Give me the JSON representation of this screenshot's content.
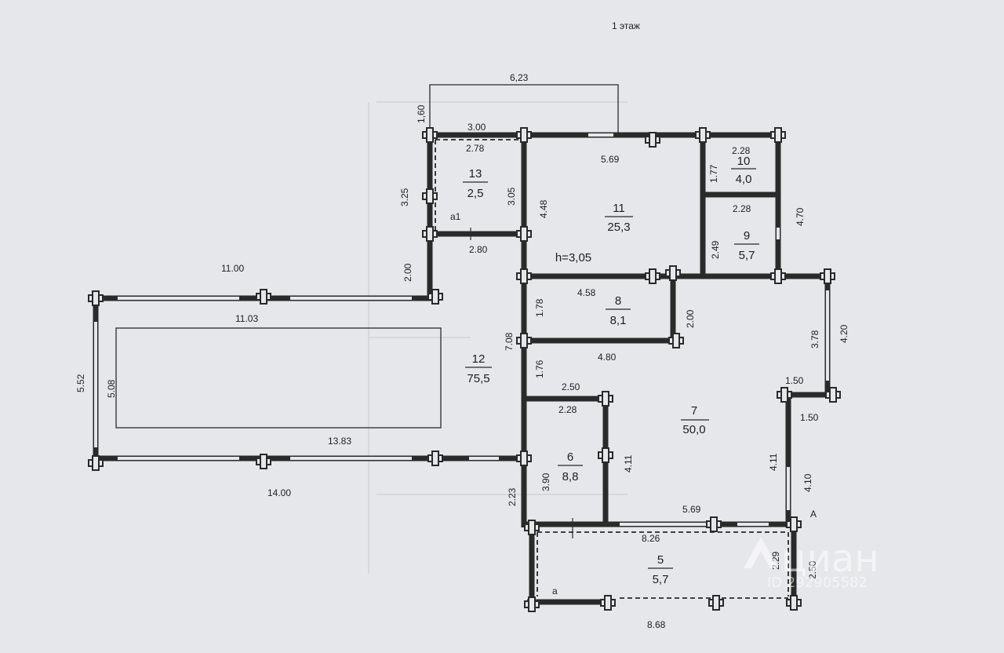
{
  "floor_title": "1 этаж",
  "ceiling_height": "h=3,05",
  "rooms": [
    {
      "num": "13",
      "area": "2,5"
    },
    {
      "num": "11",
      "area": "25,3"
    },
    {
      "num": "10",
      "area": "4,0"
    },
    {
      "num": "9",
      "area": "5,7"
    },
    {
      "num": "8",
      "area": "8,1"
    },
    {
      "num": "12",
      "area": "75,5"
    },
    {
      "num": "7",
      "area": "50,0"
    },
    {
      "num": "6",
      "area": "8,8"
    },
    {
      "num": "5",
      "area": "5,7"
    }
  ],
  "dimensions": [
    "6,23",
    "1,60",
    "3.00",
    "2.78",
    "3.25",
    "3.05",
    "4.48",
    "5.69",
    "2.28",
    "1.77",
    "4.70",
    "2.28",
    "2.49",
    "2.80",
    "2.00",
    "11.00",
    "11.03",
    "4.58",
    "1.78",
    "2.00",
    "3.78",
    "4.20",
    "7.08",
    "1.76",
    "4.80",
    "1.50",
    "5.52",
    "5.08",
    "2.50",
    "2.28",
    "1.50",
    "13.83",
    "4.11",
    "3.90",
    "4.11",
    "4.10",
    "14.00",
    "2.23",
    "5.69",
    "8.26",
    "2.29",
    "2.50",
    "8.68"
  ],
  "markers": {
    "a1": "a1",
    "a": "a",
    "A": "A"
  },
  "watermark": {
    "brand": "циан",
    "code": "ID 292905582"
  }
}
